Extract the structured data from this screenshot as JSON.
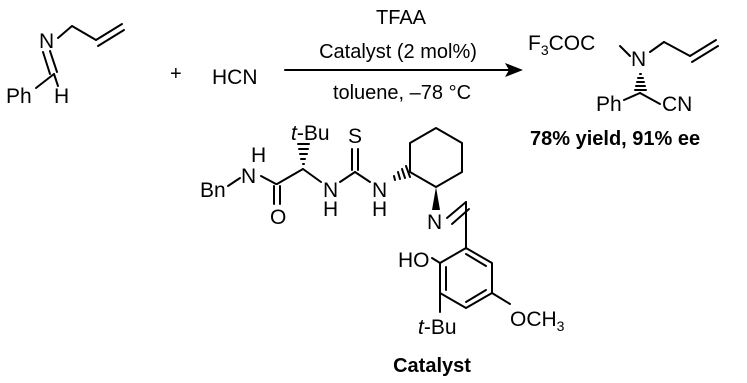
{
  "reaction": {
    "reagent_above": "TFAA",
    "catalyst_loading": "Catalyst (2 mol%)",
    "conditions_below": "toluene,  –78 °C",
    "plus": "+",
    "hcn": "HCN"
  },
  "imine": {
    "n": "N",
    "ph": "Ph",
    "h": "H"
  },
  "product": {
    "f3coc_prefix": "F",
    "f3coc_sub": "3",
    "f3coc_suffix": "COC",
    "n": "N",
    "ph": "Ph",
    "cn": "CN",
    "outcome": "78% yield, 91% ee"
  },
  "catalyst": {
    "h_amide": "H",
    "n_amide": "N",
    "bn": "Bn",
    "o": "O",
    "tbu_t": "t",
    "tbu_rest": "-Bu",
    "s": "S",
    "n_thio1": "N",
    "h_thio1": "H",
    "n_thio2": "N",
    "h_thio2": "H",
    "n_imine": "N",
    "ho": "HO",
    "tbu2_t": "t",
    "tbu2_rest": "-Bu",
    "och3_prefix": "OCH",
    "och3_sub": "3",
    "label": "Catalyst"
  }
}
